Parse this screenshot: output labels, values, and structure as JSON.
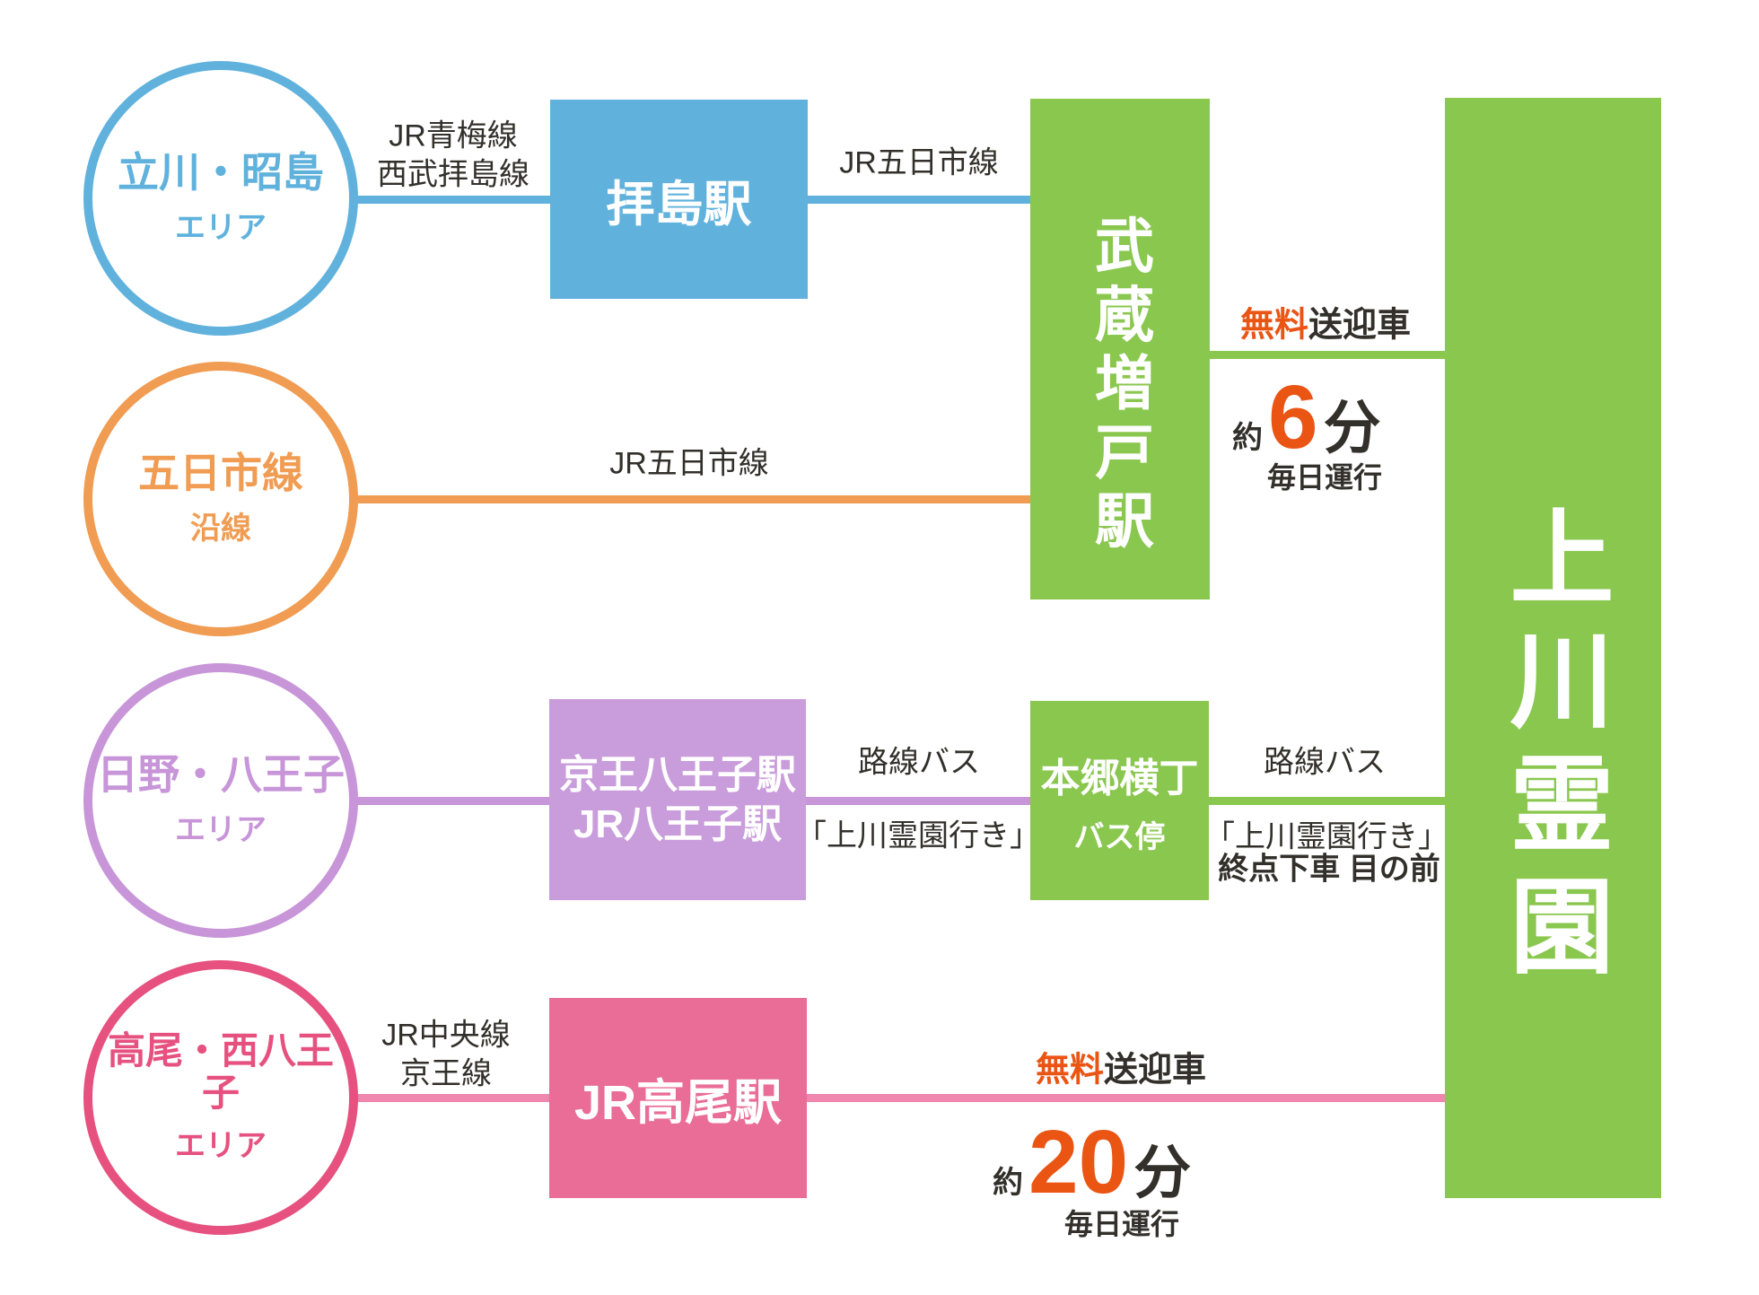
{
  "palette": {
    "blue": "#60B2DD",
    "orange": "#F09C52",
    "purple": "#C795D8",
    "purple_box": "#C99DDB",
    "pink_circle": "#E6517F",
    "pink_box": "#E96D96",
    "pink_line": "#EE86AD",
    "green": "#8AC74F",
    "accent_orange": "#EA5514",
    "text_ink": "#33302B"
  },
  "areas": [
    {
      "title": "立川・昭島",
      "subtitle": "エリア"
    },
    {
      "title": "五日市線",
      "subtitle": "沿線"
    },
    {
      "title": "日野・八王子",
      "subtitle": "エリア"
    },
    {
      "title": "高尾・西八王子",
      "subtitle": "エリア"
    }
  ],
  "stations": {
    "haijima": "拝島駅",
    "hachioji_line1": "京王八王子駅",
    "hachioji_line2": "JR八王子駅",
    "takao": "JR高尾駅",
    "musashi_masuko": "武蔵増戸駅",
    "hongo_yokocho": "本郷横丁",
    "hongo_sub": "バス停",
    "destination": "上川霊園"
  },
  "route_labels": {
    "ome_line": "JR青梅線",
    "seibu_haijima_line": "西武拝島線",
    "itsukaichi_line_row1": "JR五日市線",
    "itsukaichi_line_row2": "JR五日市線",
    "chuo_line": "JR中央線",
    "keio_line": "京王線",
    "rosen_bus_1": "路線バス",
    "rosen_bus_1_sub": "「上川霊園行き」",
    "rosen_bus_2": "路線バス",
    "rosen_bus_2_sub": "「上川霊園行き」",
    "rosen_bus_2_note": "終点下車 目の前"
  },
  "shuttle_musashi": {
    "free": "無料",
    "car": "送迎車",
    "approx": "約",
    "minutes": "6",
    "unit": "分",
    "daily": "毎日運行"
  },
  "shuttle_takao": {
    "free": "無料",
    "car": "送迎車",
    "approx": "約",
    "minutes": "20",
    "unit": "分",
    "daily": "毎日運行"
  }
}
